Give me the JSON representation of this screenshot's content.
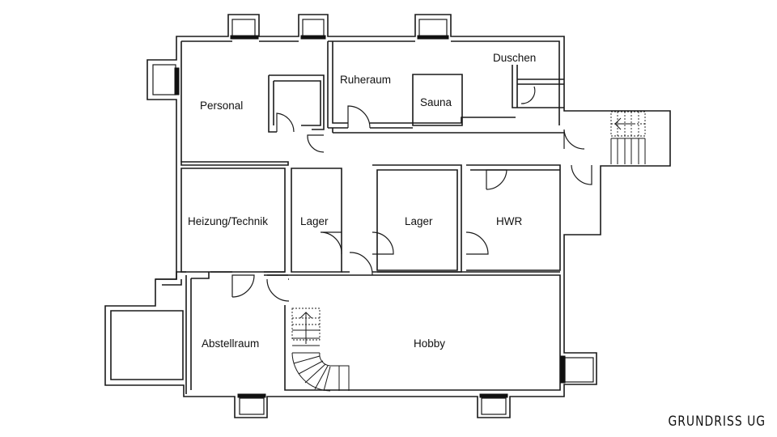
{
  "title": "GRUNDRISS UG",
  "rooms": {
    "personal": "Personal",
    "ruheraum": "Ruheraum",
    "sauna": "Sauna",
    "duschen": "Duschen",
    "heizung": "Heizung/Technik",
    "lager1": "Lager",
    "lager2": "Lager",
    "hwr": "HWR",
    "abstellraum": "Abstellraum",
    "hobby": "Hobby"
  },
  "colors": {
    "line": "#1a1a1a",
    "background": "#ffffff"
  }
}
